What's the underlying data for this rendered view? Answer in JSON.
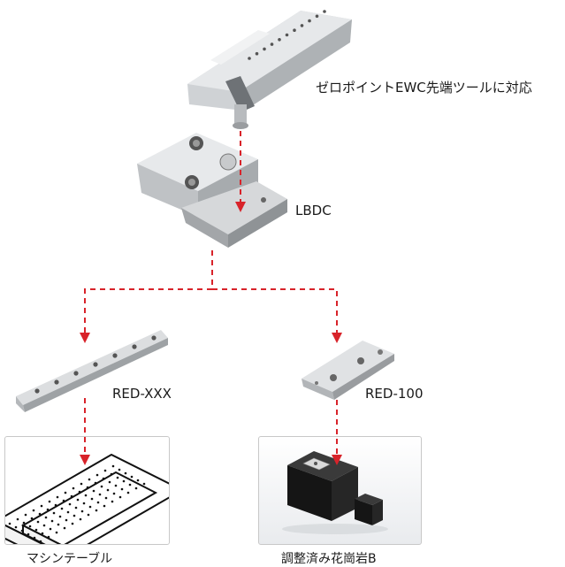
{
  "labels": {
    "ewc": "ゼロポイントEWC先端ツールに対応",
    "lbdc": "LBDC",
    "red_xxx": "RED-XXX",
    "red_100": "RED-100",
    "machine_table": "マシンテーブル",
    "granite": "調整済み花崗岩B"
  },
  "colors": {
    "arrow": "#d8232a",
    "steel_light": "#e2e4e6",
    "steel_mid": "#c4c7ca",
    "steel_dark": "#8f9396",
    "granite": "#1e1e1e"
  },
  "icons": {
    "ewc_tool": "ewc-holder-image",
    "lbdc": "lbdc-adapter-image",
    "red_xxx": "red-xxx-rail-image",
    "red_100": "red-100-plate-image",
    "machine_table": "machine-table-illustration",
    "granite": "granite-block-image"
  }
}
